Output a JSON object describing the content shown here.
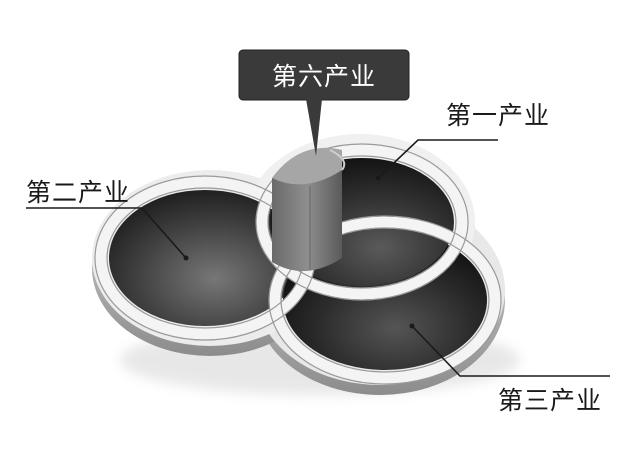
{
  "labels": {
    "sixth": "第六产业",
    "first": "第一产业",
    "second": "第二产业",
    "third": "第三产业"
  },
  "colors": {
    "ring": "#e6e6e6",
    "well_dark": "#242424",
    "callout": "#3a3a3a",
    "text": "#1a1a1a"
  }
}
